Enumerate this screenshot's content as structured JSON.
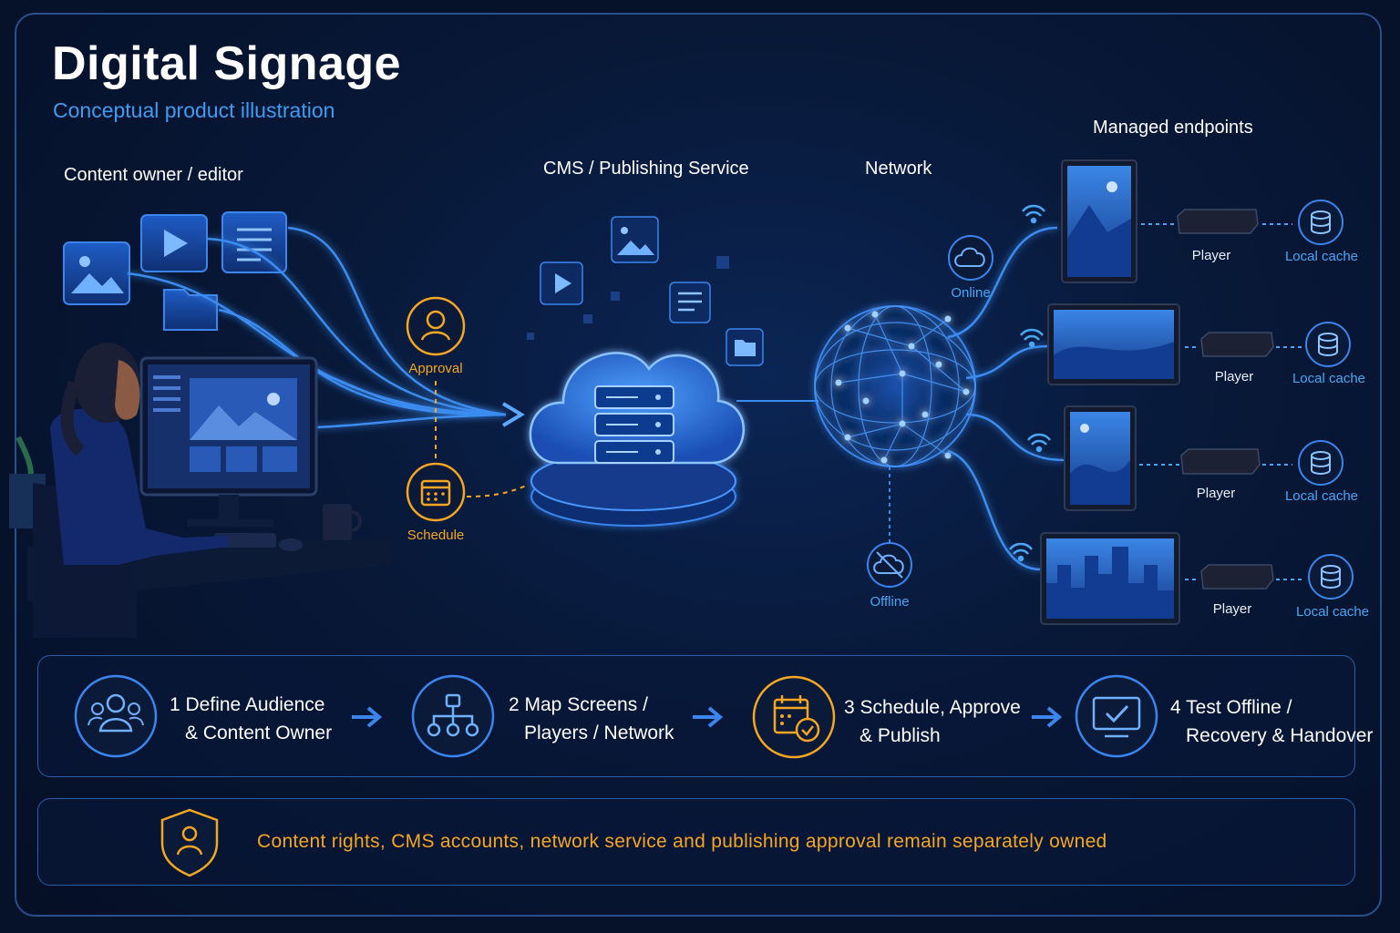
{
  "header": {
    "title": "Digital Signage",
    "subtitle": "Conceptual product illustration"
  },
  "sections": {
    "owner": "Content owner / editor",
    "cms": "CMS / Publishing Service",
    "network": "Network",
    "endpoints": "Managed endpoints"
  },
  "gates": {
    "approval": "Approval",
    "schedule": "Schedule"
  },
  "network_status": {
    "online": "Online",
    "offline": "Offline"
  },
  "endpoints": [
    {
      "player": "Player",
      "cache": "Local cache"
    },
    {
      "player": "Player",
      "cache": "Local cache"
    },
    {
      "player": "Player",
      "cache": "Local cache"
    },
    {
      "player": "Player",
      "cache": "Local cache"
    }
  ],
  "steps": [
    {
      "line1": "1 Define Audience",
      "line2": "& Content Owner",
      "icon": "users-icon"
    },
    {
      "line1": "2 Map Screens /",
      "line2": "Players / Network",
      "icon": "hierarchy-icon"
    },
    {
      "line1": "3 Schedule, Approve",
      "line2": "& Publish",
      "icon": "calendar-check-icon"
    },
    {
      "line1": "4 Test Offline /",
      "line2": "Recovery & Handover",
      "icon": "monitor-check-icon"
    }
  ],
  "note": {
    "text": "Content rights, CMS accounts, network service and publishing approval remain separately owned",
    "icon": "shield-user-icon"
  },
  "colors": {
    "accent_blue": "#3f9cf2",
    "accent_orange": "#f5a623",
    "background": "#06112a"
  }
}
